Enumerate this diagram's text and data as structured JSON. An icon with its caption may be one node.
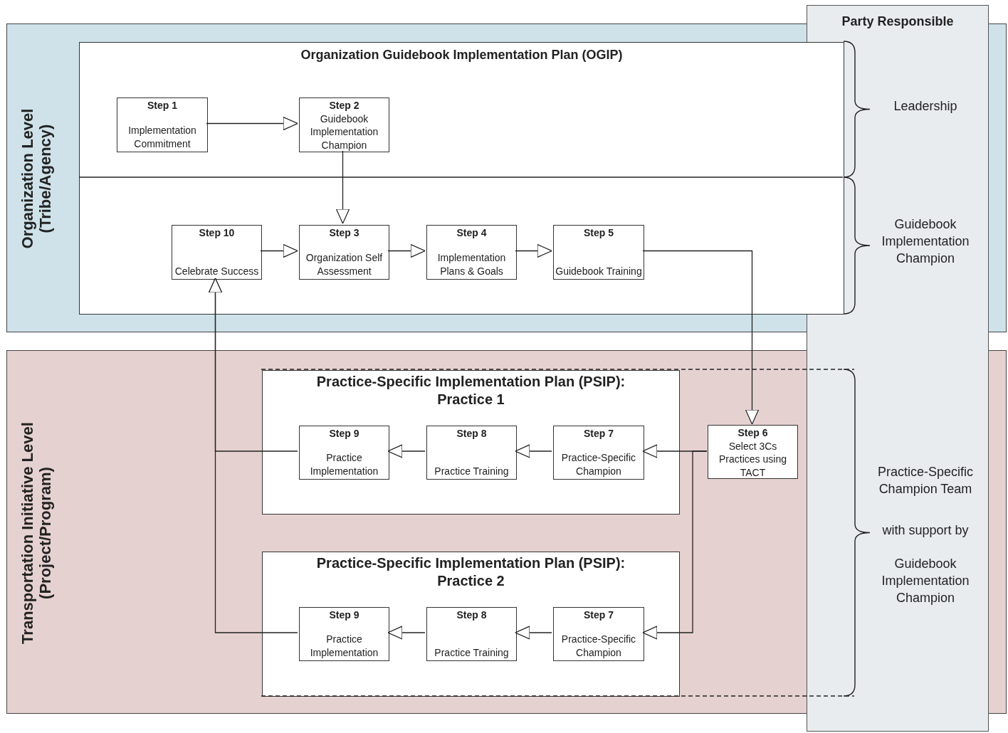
{
  "diagram": {
    "nodes": [
      {
        "text": [
          "Organization Level (Tribe/Agency)"
        ]
      },
      {
        "text": [
          "Organization Guidebook Implementation Plan (OGIP)"
        ],
        "in": 0
      },
      {
        "text": [
          "Step 1",
          "Implementation Commitment"
        ],
        "in": 1
      },
      {
        "text": [
          "Step 2",
          "Guidebook Implementation Champion"
        ],
        "in": 1
      },
      {
        "text": [
          "Step 10",
          "Celebrate Success"
        ],
        "in": 1
      },
      {
        "text": [
          "Step 3",
          "Organization Self Assessment"
        ],
        "in": 1
      },
      {
        "text": [
          "Step 4",
          "Implementation Plans & Goals"
        ],
        "in": 1
      },
      {
        "text": [
          "Step 5",
          "Guidebook Training"
        ],
        "in": 1
      },
      {
        "text": [
          "Transportation Initiative Level (Project/Program)"
        ]
      },
      {
        "text": [
          "Practice-Specific Implementation Plan (PSIP): Practice 1"
        ],
        "in": 8
      },
      {
        "text": [
          "Step 9",
          "Practice Implementation"
        ],
        "in": 9
      },
      {
        "text": [
          "Step 8",
          "Practice Training"
        ],
        "in": 9
      },
      {
        "text": [
          "Step 7",
          "Practice-Specific Champion"
        ],
        "in": 9
      },
      {
        "text": [
          "Practice-Specific Implementation Plan (PSIP): Practice 2"
        ],
        "in": 8
      },
      {
        "text": [
          "Step 9",
          "Practice Implementation"
        ],
        "in": 13
      },
      {
        "text": [
          "Step 8",
          "Practice Training"
        ],
        "in": 13
      },
      {
        "text": [
          "Step 7",
          "Practice-Specific Champion"
        ],
        "in": 13
      },
      {
        "text": [
          "Step 6",
          "Select 3Cs Practices using TACT"
        ],
        "in": 8
      },
      {
        "text": [
          "Party Responsible",
          "Leadership",
          "Guidebook Implementation Champion",
          "Practice-Specific Champion Team",
          "with support by",
          "Guidebook Implementation Champion"
        ]
      }
    ],
    "edges": [
      {
        "from": 2,
        "to": 3,
        "arrow": "to"
      },
      {
        "from": 3,
        "to": 5,
        "arrow": "to"
      },
      {
        "from": 4,
        "to": 5,
        "arrow": "to"
      },
      {
        "from": 5,
        "to": 6,
        "arrow": "to"
      },
      {
        "from": 6,
        "to": 7,
        "arrow": "to"
      },
      {
        "from": 7,
        "to": 17,
        "arrow": "to"
      },
      {
        "from": 17,
        "to": 12,
        "arrow": "to"
      },
      {
        "from": 17,
        "to": 16,
        "arrow": "to"
      },
      {
        "from": 12,
        "to": 11,
        "arrow": "to"
      },
      {
        "from": 11,
        "to": 10,
        "arrow": "to"
      },
      {
        "from": 16,
        "to": 15,
        "arrow": "to"
      },
      {
        "from": 15,
        "to": 14,
        "arrow": "to"
      },
      {
        "from": 10,
        "to": 4,
        "arrow": "to"
      },
      {
        "from": 14,
        "to": 4,
        "arrow": "to"
      }
    ]
  }
}
